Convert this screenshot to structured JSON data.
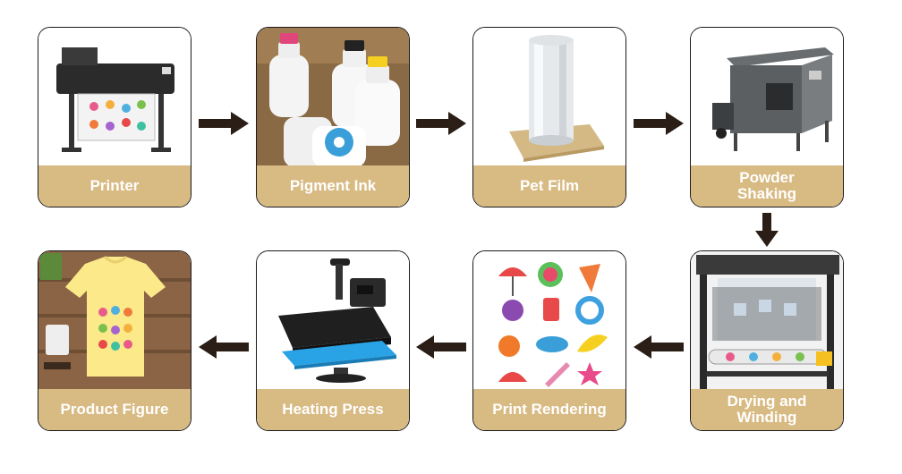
{
  "steps": [
    {
      "label": "Printer"
    },
    {
      "label": "Pigment Ink"
    },
    {
      "label": "Pet Film"
    },
    {
      "label": "Powder\nShaking"
    },
    {
      "label": "Drying and\nWinding"
    },
    {
      "label": "Print Rendering"
    },
    {
      "label": "Heating Press"
    },
    {
      "label": "Product Figure"
    }
  ],
  "icons": {
    "printer": "printer-icon",
    "ink": "ink-bottles-icon",
    "film": "film-roll-icon",
    "shaker": "powder-shaker-icon",
    "dryer": "drying-machine-icon",
    "rendering": "sticker-prints-icon",
    "press": "heat-press-icon",
    "product": "tshirt-icon"
  },
  "colors": {
    "label_bg": "#d8ba83",
    "label_text": "#ffffff",
    "arrow": "#2a1e16",
    "border": "#1a1a1a"
  }
}
